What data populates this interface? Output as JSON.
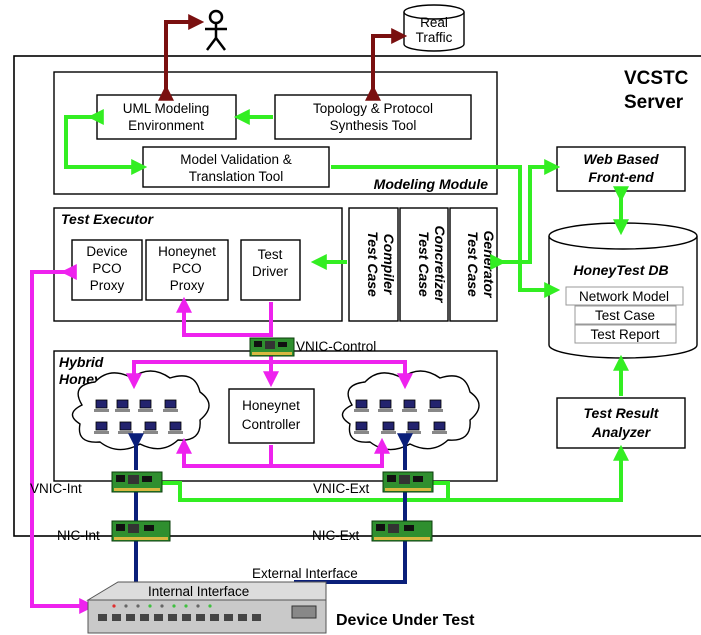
{
  "server": {
    "line1": "VCSTC",
    "line2": "Server"
  },
  "actors": {
    "traffic_line1": "Real",
    "traffic_line2": "Traffic"
  },
  "modeling": {
    "title": "Modeling Module",
    "uml_line1": "UML Modeling",
    "uml_line2": "Environment",
    "topo_line1": "Topology & Protocol",
    "topo_line2": "Synthesis Tool",
    "valid_line1": "Model Validation &",
    "valid_line2": "Translation Tool"
  },
  "frontend": {
    "line1": "Web Based",
    "line2": "Front-end"
  },
  "executor": {
    "title": "Test Executor",
    "device_proxy": [
      "Device",
      "PCO",
      "Proxy"
    ],
    "honeynet_proxy": [
      "Honeynet",
      "PCO",
      "Proxy"
    ],
    "driver": [
      "Test",
      "Driver"
    ]
  },
  "tools": {
    "compiler": [
      "Test Case",
      "Compiler"
    ],
    "concretizer": [
      "Test Case",
      "Concretizer"
    ],
    "generator": [
      "Test Case",
      "Generator"
    ]
  },
  "db": {
    "title": "HoneyTest DB",
    "items": [
      "Network Model",
      "Test Case",
      "Test Report"
    ]
  },
  "honeynet": {
    "title_line1": "Hybrid",
    "title_line2": "HoneyNet",
    "controller_line1": "Honeynet",
    "controller_line2": "Controller"
  },
  "analyzer": {
    "line1": "Test Result",
    "line2": "Analyzer"
  },
  "nics": {
    "control": "VNIC-Control",
    "vnic_int": "VNIC-Int",
    "vnic_ext": "VNIC-Ext",
    "nic_int": "NIC-Int",
    "nic_ext": "NIC-Ext"
  },
  "device": {
    "external_interface": "External Interface",
    "internal_interface": "Internal Interface",
    "name": "Device Under Test"
  },
  "colors": {
    "control_link": "#33ee22",
    "pco_link": "#ee22ee",
    "network_link": "#0a1f7a",
    "input_link": "#7a1010"
  }
}
